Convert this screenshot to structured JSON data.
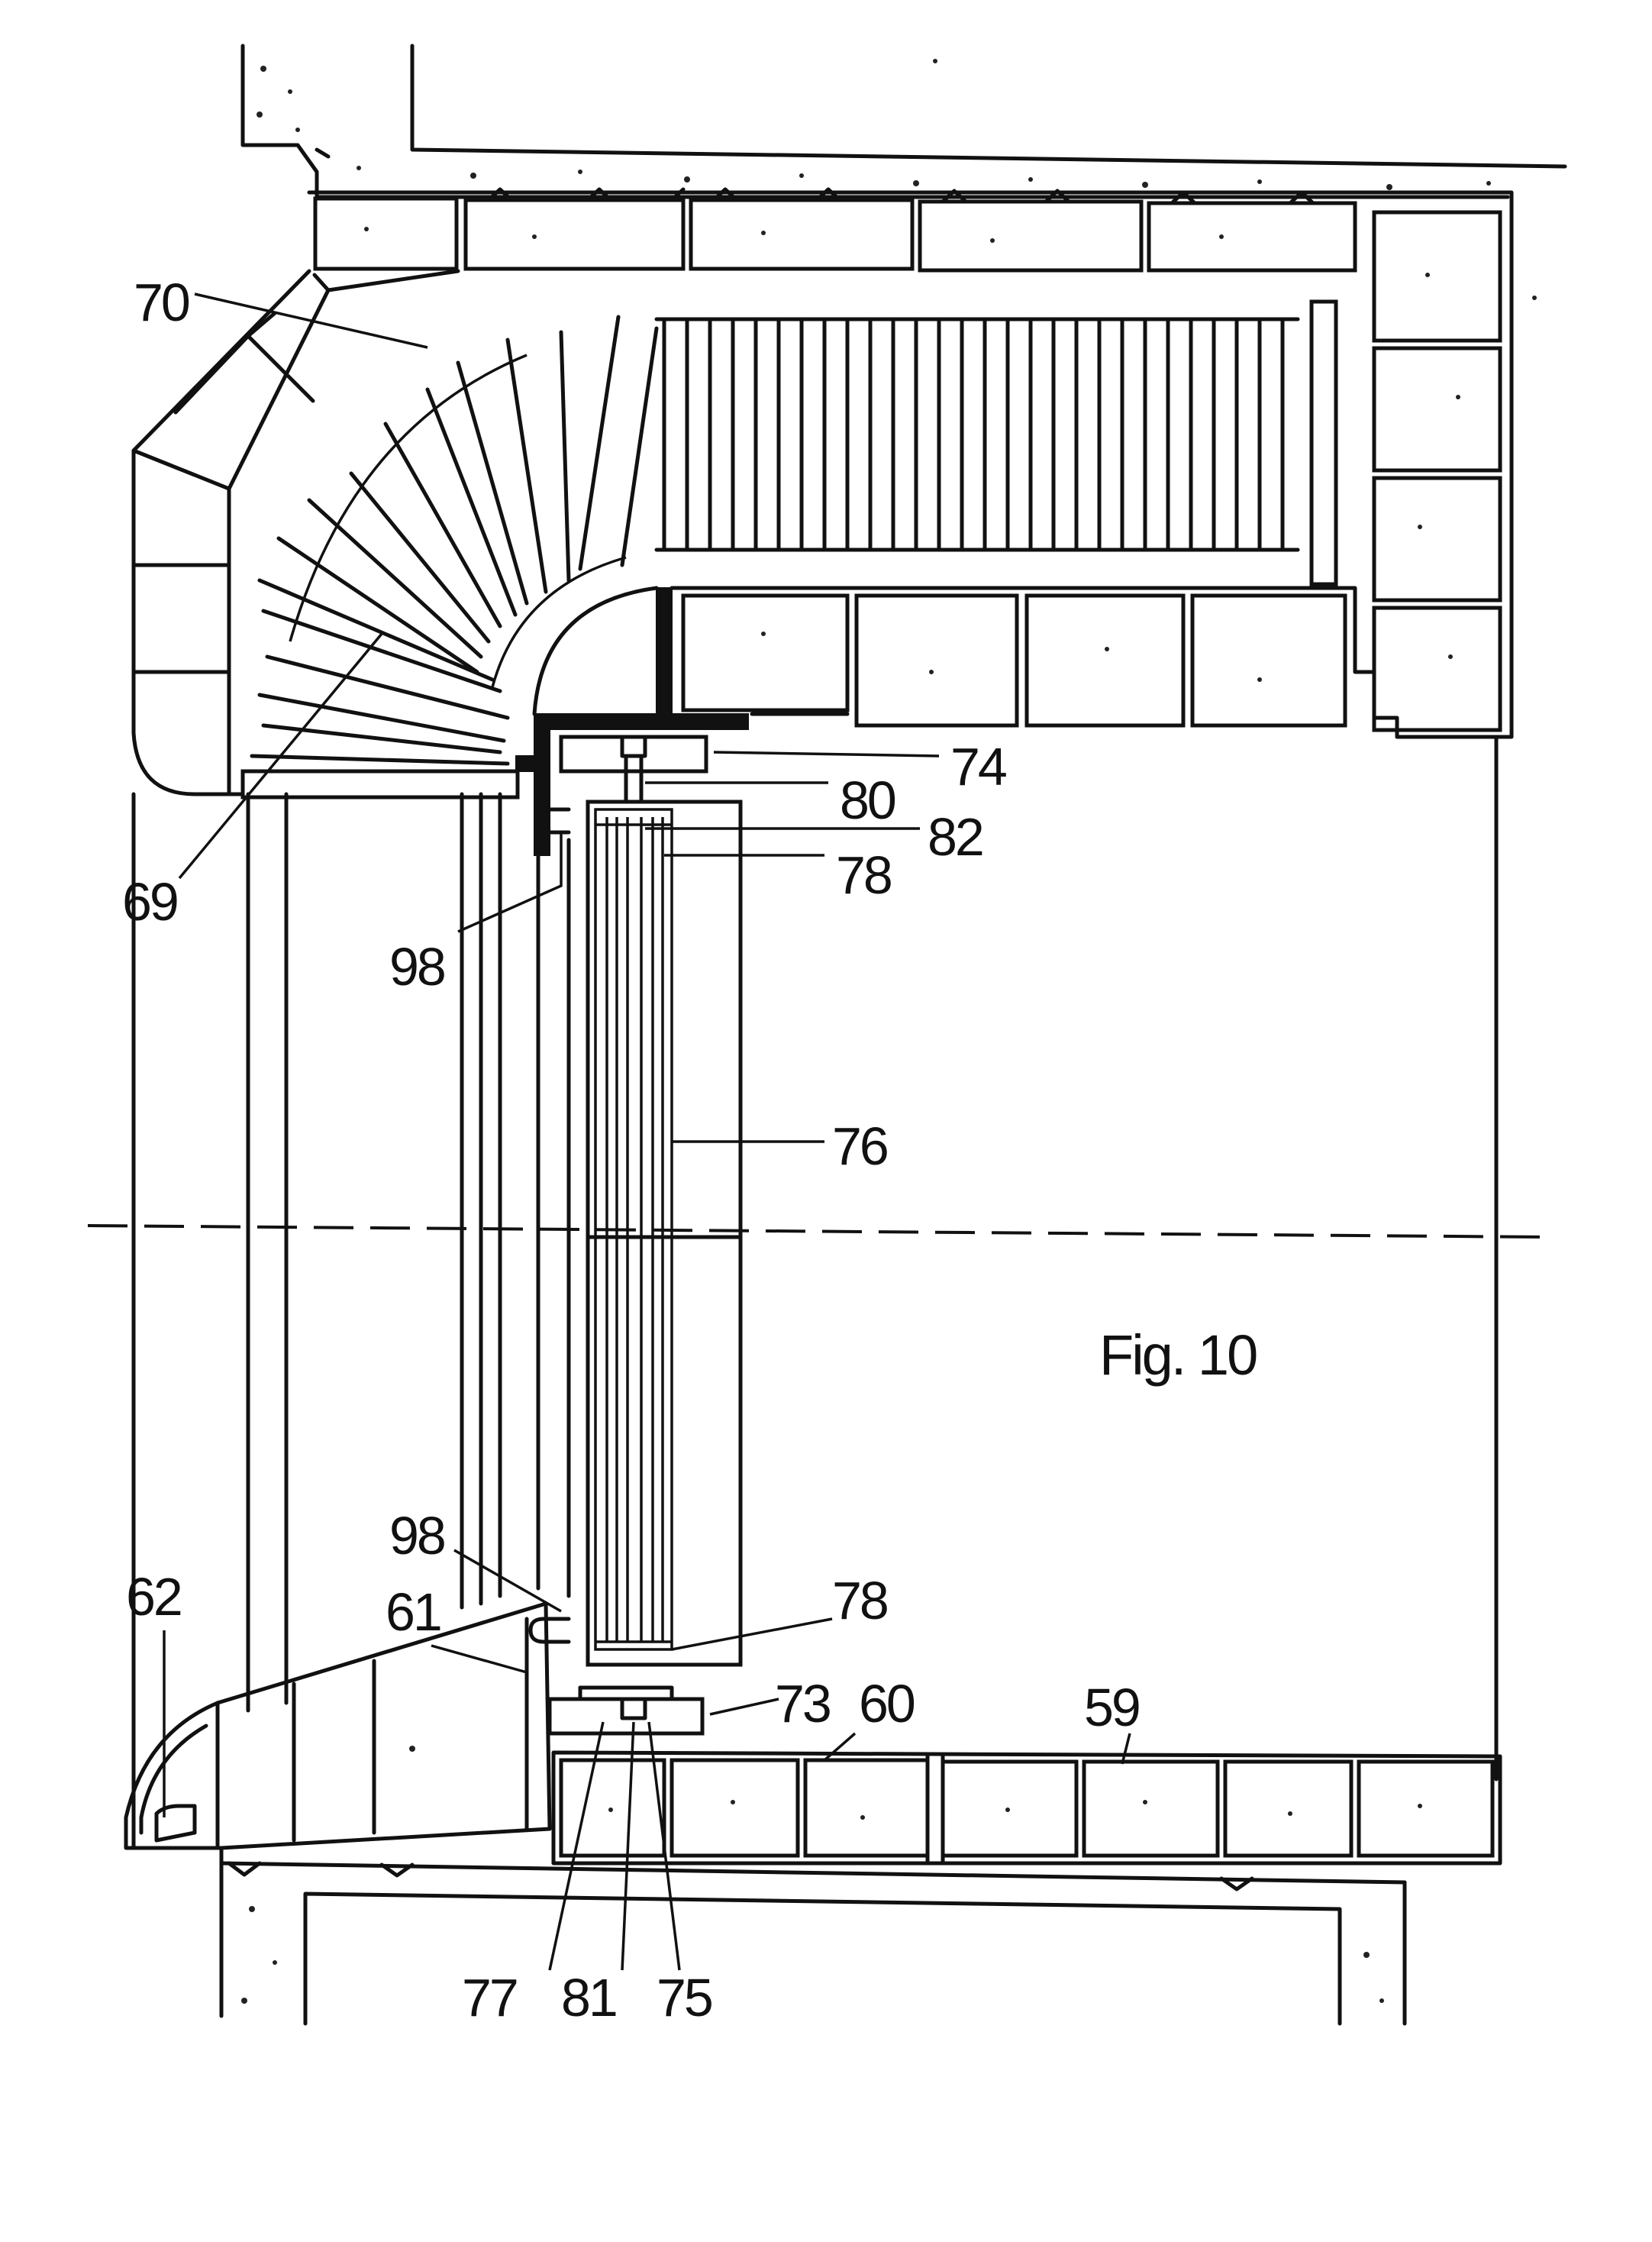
{
  "figure_label": "Fig. 10",
  "labels": {
    "l70": "70",
    "l69": "69",
    "l74": "74",
    "l80": "80",
    "l82": "82",
    "l78a": "78",
    "l98a": "98",
    "l76": "76",
    "l98b": "98",
    "l62": "62",
    "l61": "61",
    "l78b": "78",
    "l73": "73",
    "l60": "60",
    "l59": "59",
    "l77": "77",
    "l81": "81",
    "l75": "75"
  }
}
